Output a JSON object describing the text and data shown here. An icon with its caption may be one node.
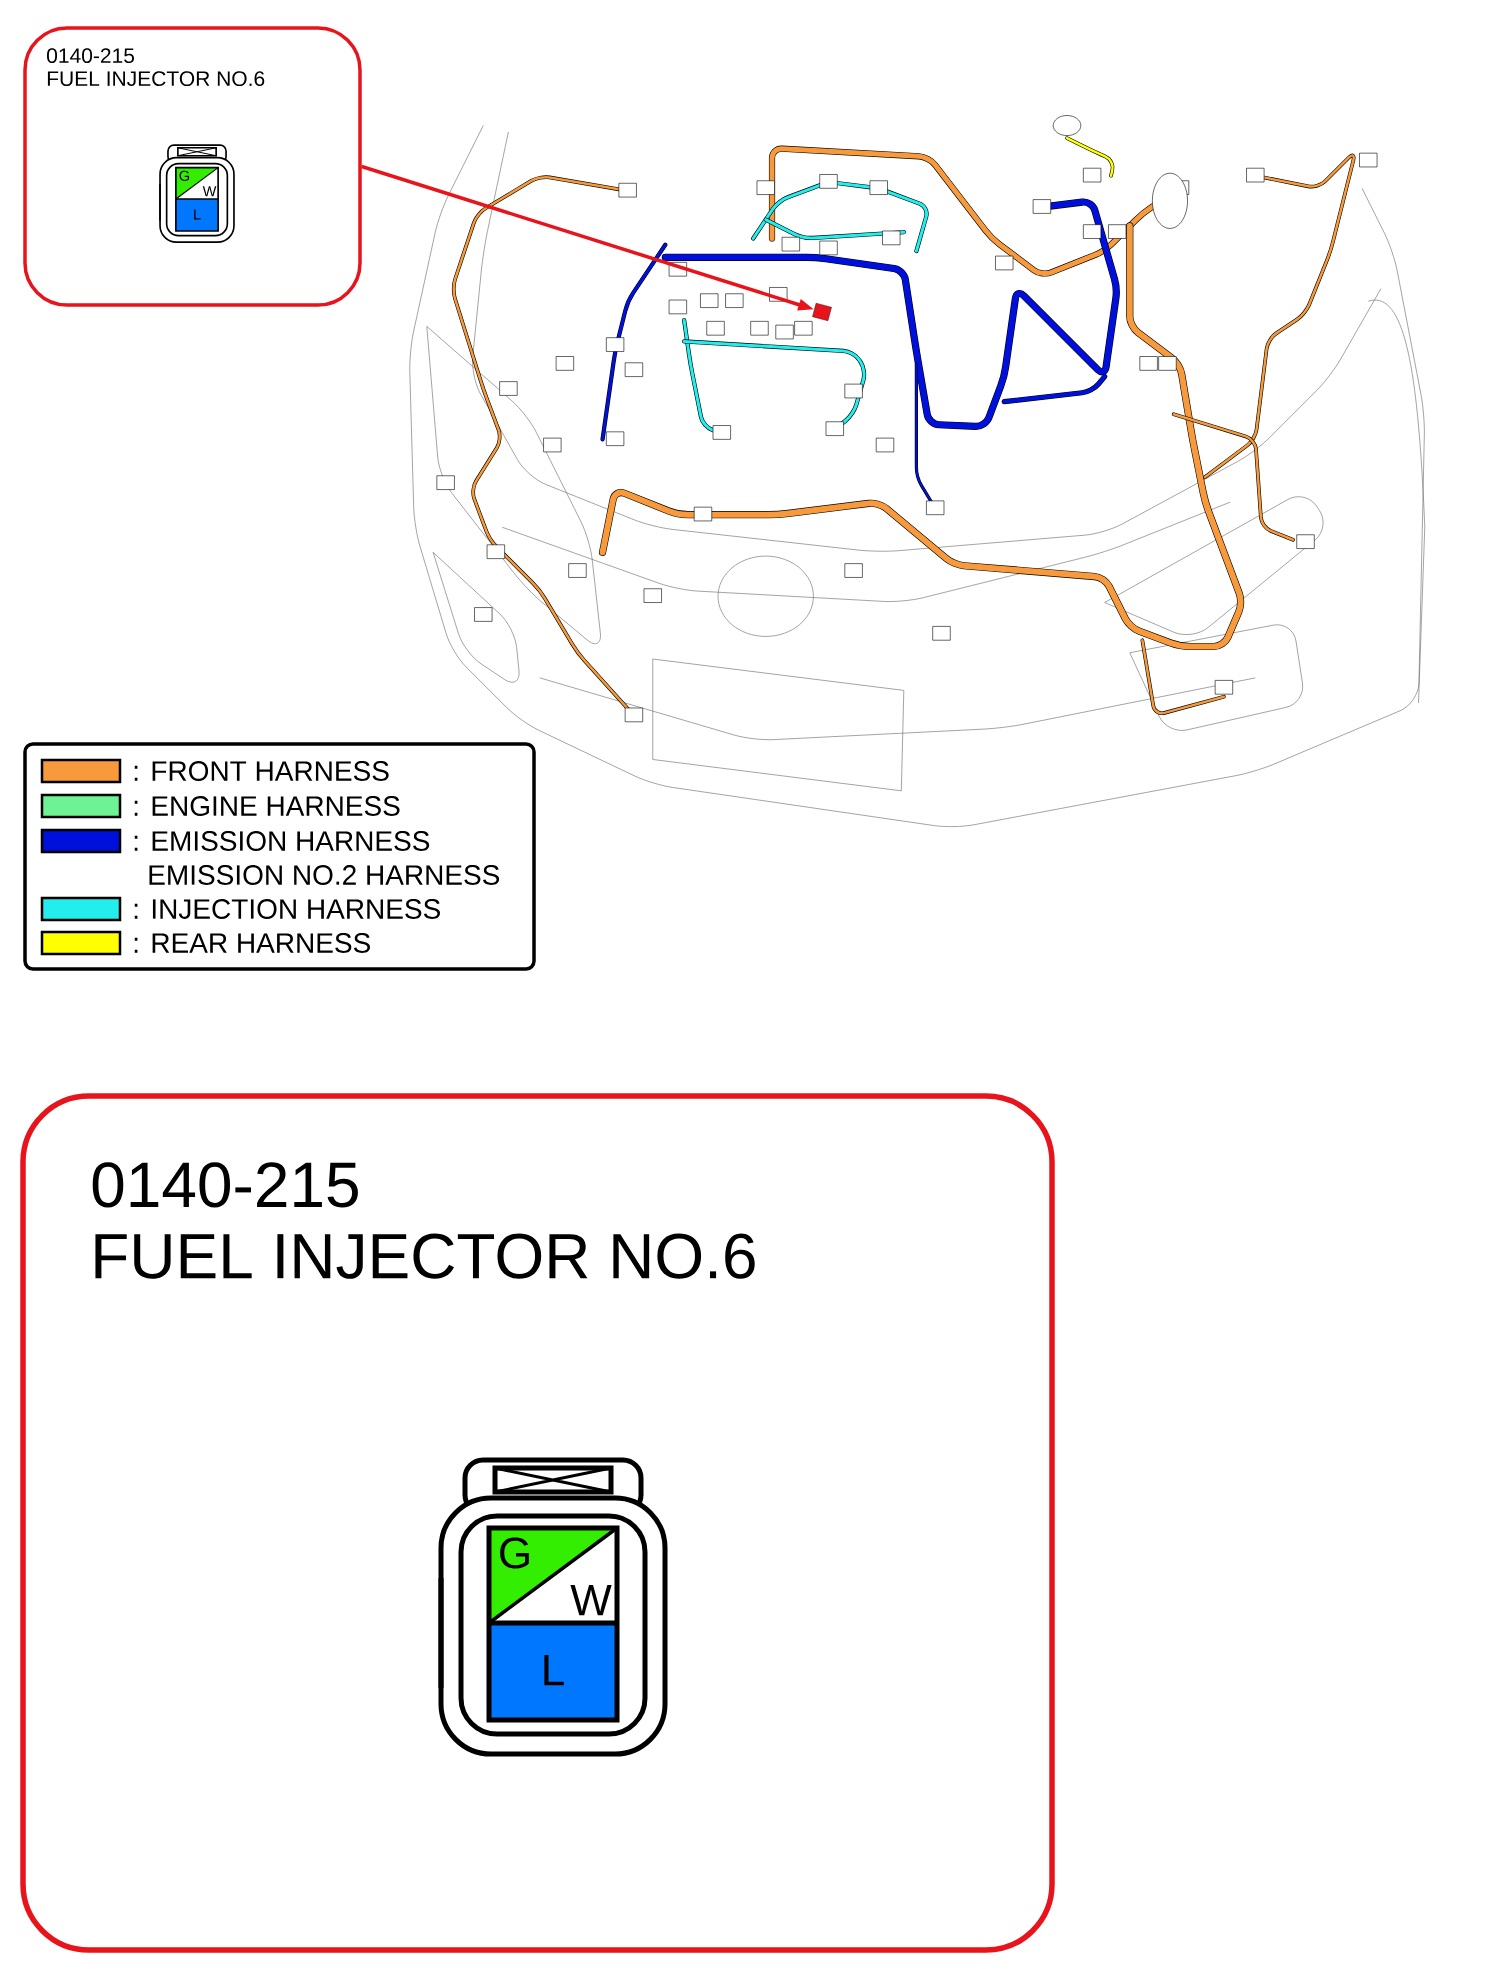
{
  "diagram": {
    "nodes": [
      {
        "text": [
          "0140-215",
          "FUEL INJECTOR NO.6"
        ]
      },
      {
        "text": [],
        "shape": "box"
      },
      {
        "text": [
          "0140-215",
          "FUEL INJECTOR NO.6"
        ]
      }
    ],
    "edges": [
      {
        "from": 0,
        "to": 1,
        "arrow": "to",
        "color": "#e8141c"
      }
    ],
    "labels": [
      "G",
      "W",
      "L",
      "EMISSION NO.2 HARNESS",
      "G",
      "W",
      "L"
    ],
    "legend": [
      {
        "text": ": FRONT HARNESS",
        "color": "#f89a3c"
      },
      {
        "text": ": ENGINE HARNESS",
        "color": "#6ef296"
      },
      {
        "text": ": EMISSION HARNESS",
        "color": "#0010dc"
      },
      {
        "text": ": INJECTION HARNESS",
        "color": "#22eeee"
      },
      {
        "text": ": REAR HARNESS",
        "color": "#ffff00"
      }
    ]
  }
}
